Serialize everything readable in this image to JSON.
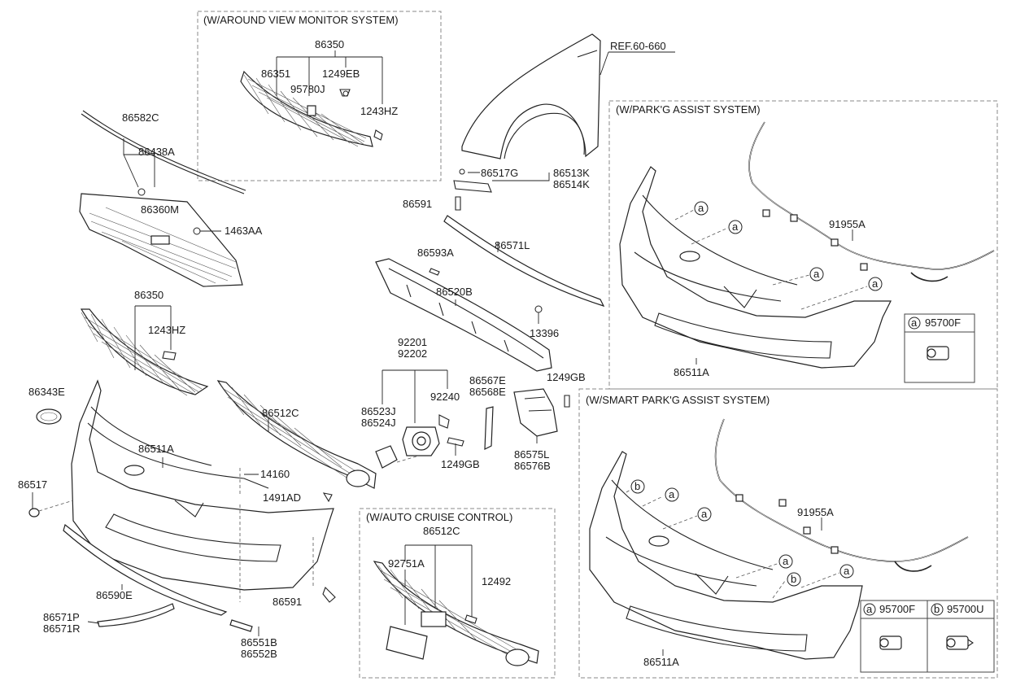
{
  "sections": {
    "avm": "(W/AROUND VIEW MONITOR SYSTEM)",
    "pas": "(W/PARK'G ASSIST SYSTEM)",
    "spas": "(W/SMART PARK'G ASSIST SYSTEM)",
    "acc": "(W/AUTO CRUISE CONTROL)"
  },
  "ref": "REF.60-660",
  "labels": {
    "l86350a": "86350",
    "l86351": "86351",
    "l1249EBa": "1249EB",
    "l95780J": "95780J",
    "l1243HZa": "1243HZ",
    "l86582C": "86582C",
    "l86438A": "86438A",
    "l86360M": "86360M",
    "l1463AA": "1463AA",
    "l86350b": "86350",
    "l1243HZb": "1243HZ",
    "l86343E": "86343E",
    "l86512Ca": "86512C",
    "l86511Aa": "86511A",
    "l14160": "14160",
    "l1491AD": "1491AD",
    "l86517": "86517",
    "l86590E": "86590E",
    "l86591a": "86591",
    "l86571P": "86571P",
    "l86571R": "86571R",
    "l86551B": "86551B",
    "l86552B": "86552B",
    "l86517G": "86517G",
    "l86513K": "86513K",
    "l86514K": "86514K",
    "l86591b": "86591",
    "l86571L": "86571L",
    "l86593A": "86593A",
    "l86520B": "86520B",
    "l13396": "13396",
    "l92201": "92201",
    "l92202": "92202",
    "l86567E": "86567E",
    "l86568E": "86568E",
    "l1249GBa": "1249GB",
    "l92240": "92240",
    "l86523J": "86523J",
    "l86524J": "86524J",
    "l1249GBb": "1249GB",
    "l86575L": "86575L",
    "l86576B": "86576B",
    "l86512Cb": "86512C",
    "l92751A": "92751A",
    "l12492": "12492",
    "l91955Aa": "91955A",
    "l86511Ab": "86511A",
    "l95700Fa": "95700F",
    "l91955Ab": "91955A",
    "l86511Ac": "86511A",
    "l95700Fb": "95700F",
    "l95700U": "95700U"
  },
  "markers": {
    "a": "a",
    "b": "b"
  }
}
